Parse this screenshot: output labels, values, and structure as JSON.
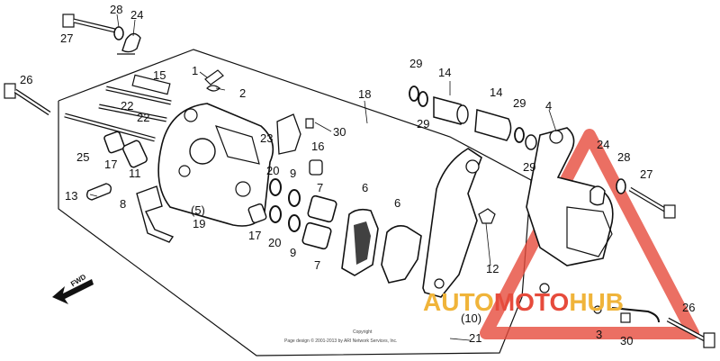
{
  "diagram": {
    "callouts": {
      "c1": "1",
      "c2": "2",
      "c3": "3",
      "c4": "4",
      "c5": "(5)",
      "c6a": "6",
      "c6b": "6",
      "c7a": "7",
      "c7b": "7",
      "c8": "8",
      "c9a": "9",
      "c9b": "9",
      "c10": "(10)",
      "c11": "11",
      "c12": "12",
      "c13": "13",
      "c14a": "14",
      "c14b": "14",
      "c15": "15",
      "c16": "16",
      "c17a": "17",
      "c17b": "17",
      "c18": "18",
      "c19": "19",
      "c20a": "20",
      "c20b": "20",
      "c21": "21",
      "c22a": "22",
      "c22b": "22",
      "c23": "23",
      "c24a": "24",
      "c24b": "24",
      "c25": "25",
      "c26a": "26",
      "c26b": "26",
      "c27a": "27",
      "c27b": "27",
      "c28a": "28",
      "c28b": "28",
      "c29a": "29",
      "c29b": "29",
      "c29c": "29",
      "c30a": "30",
      "c30b": "30"
    },
    "direction_label": "FWD",
    "copyright": "Copyright",
    "footer_text": "Page design © 2001-2013 by ARI Network Services, Inc."
  },
  "watermark": {
    "text_a": "AUTO",
    "text_b": "MOTO",
    "text_c": "HUB",
    "color_a": "#f0b43a",
    "color_b": "#e64b3c"
  }
}
